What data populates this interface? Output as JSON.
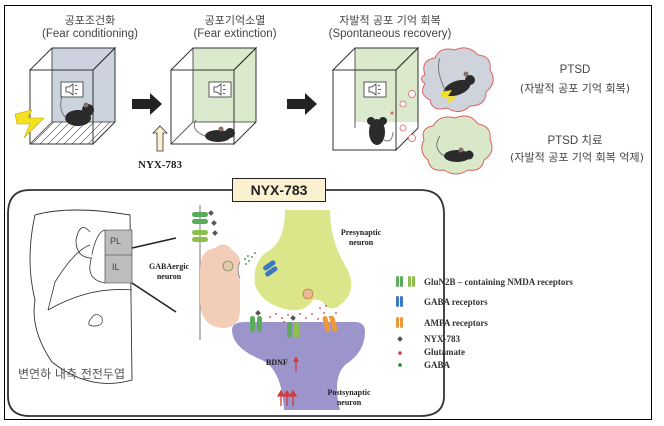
{
  "stages": [
    {
      "title_kr": "공포조건화",
      "title_en": "(Fear conditioning)"
    },
    {
      "title_kr": "공포기억소멸",
      "title_en": "(Fear extinction)"
    },
    {
      "title_kr": "자발적 공포 기억 회복",
      "title_en": "(Spontaneous recovery)"
    }
  ],
  "drug_arrow_label": "NYX-783",
  "outcomes": [
    {
      "title": "PTSD",
      "subtitle": "(자발적 공포 기억 회복)"
    },
    {
      "title": "PTSD 치료",
      "subtitle": "(자발적 공포 기억 회복 억제)"
    }
  ],
  "mechanism_box_title": "NYX-783",
  "brain": {
    "regions": [
      "PL",
      "IL"
    ],
    "caption": "변연하 내측 전전두엽"
  },
  "neurons": {
    "gabaergic": "GABAergic neuron",
    "presynaptic": "Presynaptic neuron",
    "postsynaptic": "Postsynaptic neuron",
    "bdnf": "BDNF"
  },
  "legend": [
    {
      "label": "GluN2B – containing NMDA receptors",
      "color": "#5aac5a",
      "color2": "#8cc04a",
      "icon": "nmda-receptor-icon"
    },
    {
      "label": "GABA receptors",
      "color": "#3b78c4",
      "icon": "gaba-receptor-icon"
    },
    {
      "label": "AMPA receptors",
      "color": "#ee9a3a",
      "icon": "ampa-receptor-icon"
    },
    {
      "label": "NYX-783",
      "color": "#555555",
      "icon": "nyx-783-diamond-icon"
    },
    {
      "label": "Glutamate",
      "color": "#d23a3a",
      "icon": "glutamate-dot-icon"
    },
    {
      "label": "GABA",
      "color": "#2e7d3a",
      "icon": "gaba-dot-icon"
    }
  ],
  "colors": {
    "conditioning_box": "#c7cedb",
    "extinction_box": "#d9e8c9",
    "presynaptic": "#dbe58a",
    "postsynaptic": "#9c95cc",
    "gabaergic": "#f2cdb8",
    "nyx_box": "#fbf0cf",
    "drug_arrow": "#fbf0cf",
    "cloud_ptsd": "#cfd3dc",
    "cloud_treat": "#d9e8c9",
    "cloud_outline": "#e06060"
  }
}
